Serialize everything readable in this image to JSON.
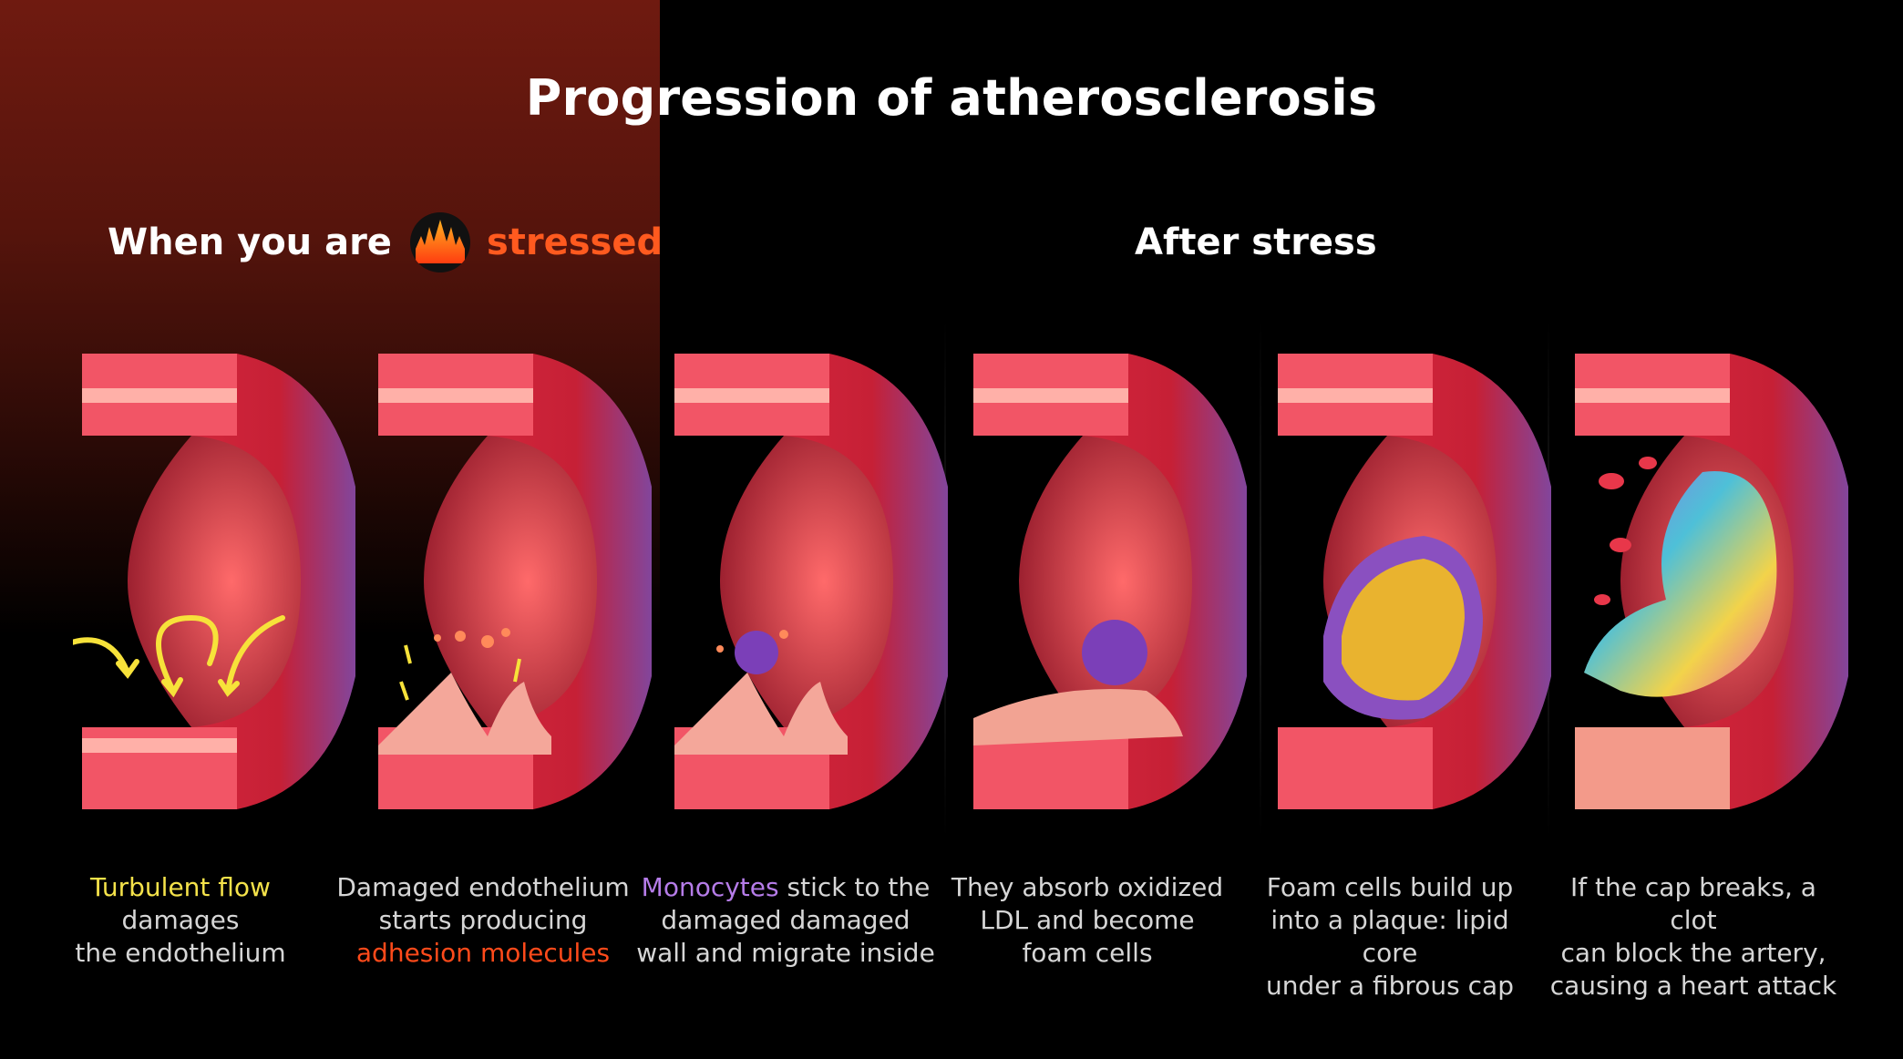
{
  "title": "Progression of atherosclerosis",
  "phases": {
    "stressed_prefix": "When you are",
    "stressed_word": "stressed",
    "after": "After stress"
  },
  "icons": {
    "stress": "flame-icon",
    "arrows": "curved-arrow-icon"
  },
  "colors": {
    "accent_orange": "#ff4a1a",
    "accent_yellow": "#f4e24a",
    "accent_purple": "#b57ce8",
    "artery_red": "#e8374a"
  },
  "stages": [
    {
      "pre": "",
      "hl": "Turbulent flow",
      "post": "",
      "line2": "damages",
      "line3": "the endothelium"
    },
    {
      "line1": "Damaged endothelium",
      "line2": "starts producing",
      "hl": "adhesion molecules"
    },
    {
      "hl": "Monocytes",
      "post": " stick to the",
      "line2": "damaged damaged",
      "line3": "wall and migrate inside"
    },
    {
      "line1": "They absorb oxidized",
      "line2": "LDL and become",
      "line3": "foam cells"
    },
    {
      "line1": "Foam cells build up",
      "line2": "into a plaque: lipid core",
      "line3": "under a fibrous cap"
    },
    {
      "line1": "If the cap breaks, a clot",
      "line2": "can block the artery,",
      "line3": "causing a heart attack"
    }
  ]
}
